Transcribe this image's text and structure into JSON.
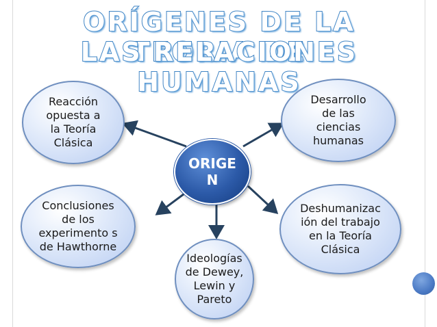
{
  "title": {
    "line1": "ORÍGENES DE LA TEORIA DE",
    "line2": "LAS RELACIONES HUMANAS"
  },
  "center": {
    "line1": "ORIGE",
    "line2": "N"
  },
  "nodes": {
    "reaccion": {
      "lines": [
        "Reacción",
        "opuesta a",
        "la Teoría",
        "Clásica"
      ]
    },
    "desarrollo": {
      "lines": [
        "Desarrollo",
        "de las",
        "ciencias",
        "humanas"
      ]
    },
    "conclusiones": {
      "lines": [
        "Conclusiones",
        "de los",
        "experimento s",
        "de Hawthorne"
      ]
    },
    "deshumanizacion": {
      "lines": [
        "Deshumanizac",
        "ión del trabajo",
        "en la Teoría",
        "Clásica"
      ]
    },
    "ideologias": {
      "lines": [
        "Ideologías",
        "de Dewey,",
        "Lewin y",
        "Pareto"
      ]
    }
  },
  "colors": {
    "title_outline": "#3f84c4",
    "center_fill": "#2c5aa8",
    "ellipse_border": "#6f8fbf",
    "arrow": "#27425f",
    "corner_dot": "#4a79c4"
  }
}
